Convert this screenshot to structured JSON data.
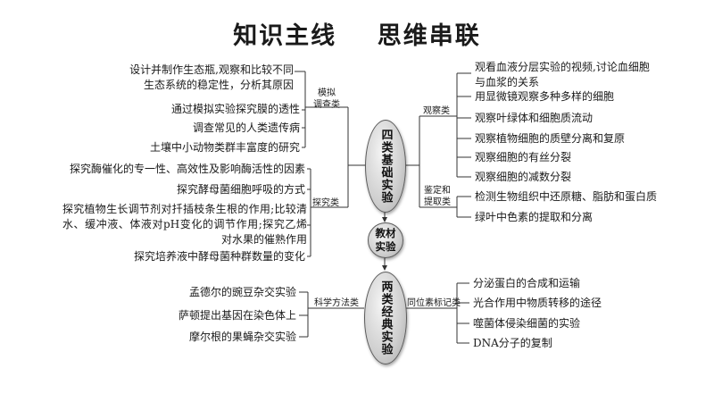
{
  "title": "知识主线    思维串联",
  "centers": {
    "top": "四类基础实验",
    "middle": "教材实验",
    "bottom": "两类经典实验"
  },
  "categories": {
    "simulation": "模拟\n调查类",
    "exploration": "探究类",
    "observation": "观察类",
    "identification": "鉴定和\n提取类",
    "scientific_method": "科学方法类",
    "isotope": "同位素标记类"
  },
  "left_top_items": [
    "设计并制作生态瓶,观察和比较不同生态系统的稳定性，分析其原因",
    "通过模拟实验探究膜的透性",
    "调查常见的人类遗传病",
    "土壤中小动物类群丰富度的研究",
    "探究酶催化的专一性、高效性及影响酶活性的因素",
    "探究酵母菌细胞呼吸的方式",
    "探究植物生长调节剂对扦插枝条生根的作用;比较清水、缓冲液、体液对pH变化的调节作用;探究乙烯对水果的催熟作用",
    "探究培养液中酵母菌种群数量的变化"
  ],
  "right_top_items": [
    "观看血液分层实验的视频,讨论血细胞与血浆的关系",
    "用显微镜观察多种多样的细胞",
    "观察叶绿体和细胞质流动",
    "观察植物细胞的质壁分离和复原",
    "观察细胞的有丝分裂",
    "观察细胞的减数分裂",
    "检测生物组织中还原糖、脂肪和蛋白质",
    "绿叶中色素的提取和分离"
  ],
  "left_bottom_items": [
    "孟德尔的豌豆杂交实验",
    "萨顿提出基因在染色体上",
    "摩尔根的果蝇杂交实验"
  ],
  "right_bottom_items": [
    "分泌蛋白的合成和运输",
    "光合作用中物质转移的途径",
    "噬菌体侵染细菌的实验",
    "DNA分子的复制"
  ]
}
